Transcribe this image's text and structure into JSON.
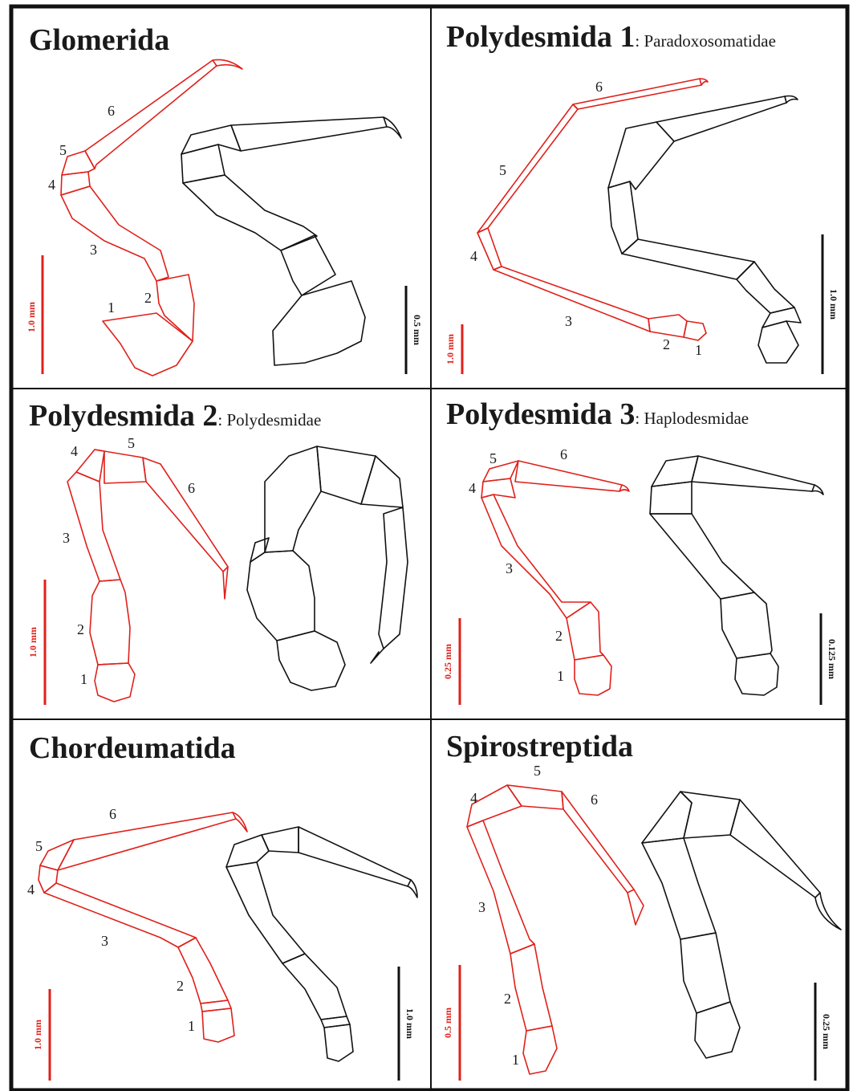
{
  "panels": [
    {
      "title": "Glomerida",
      "subtitle": "",
      "labels": [
        "1",
        "2",
        "3",
        "4",
        "5",
        "6"
      ],
      "scale_red": "1.0 mm",
      "scale_black": "0.5 mm"
    },
    {
      "title": "Polydesmida 1",
      "subtitle": ": Paradoxosomatidae",
      "labels": [
        "1",
        "2",
        "3",
        "4",
        "5",
        "6"
      ],
      "scale_red": "1.0 mm",
      "scale_black": "1.0 mm"
    },
    {
      "title": "Polydesmida 2",
      "subtitle": ": Polydesmidae",
      "labels": [
        "1",
        "2",
        "3",
        "4",
        "5",
        "6"
      ],
      "scale_red": "1.0 mm",
      "scale_black": ""
    },
    {
      "title": "Polydesmida 3",
      "subtitle": ": Haplodesmidae",
      "labels": [
        "1",
        "2",
        "3",
        "4",
        "5",
        "6"
      ],
      "scale_red": "0.25 mm",
      "scale_black": "0.125 mm"
    },
    {
      "title": "Chordeumatida",
      "subtitle": "",
      "labels": [
        "1",
        "2",
        "3",
        "4",
        "5",
        "6"
      ],
      "scale_red": "1.0 mm",
      "scale_black": "1.0 mm"
    },
    {
      "title": "Spirostreptida",
      "subtitle": "",
      "labels": [
        "1",
        "2",
        "3",
        "4",
        "5",
        "6"
      ],
      "scale_red": "0.5 mm",
      "scale_black": "0.25 mm"
    }
  ],
  "colors": {
    "red_leg": "#e0201a",
    "black_leg": "#111111",
    "frame": "#111111",
    "background": "#ffffff"
  }
}
